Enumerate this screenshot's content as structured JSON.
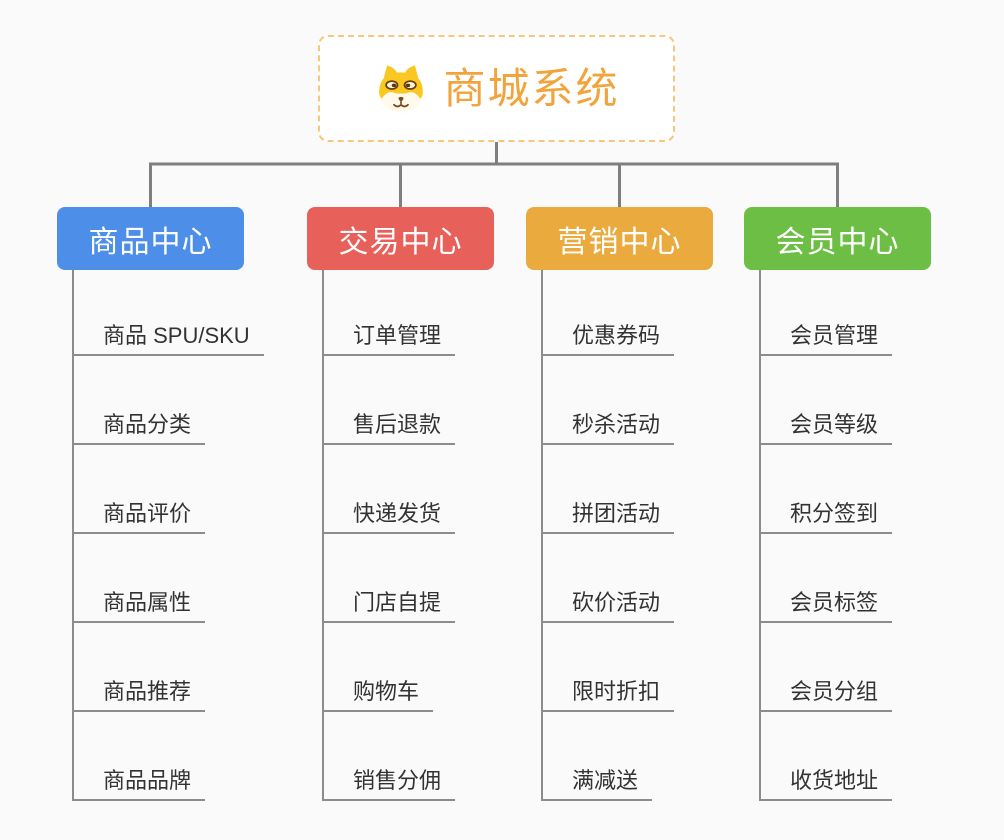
{
  "root": {
    "title": "商城系统",
    "icon": "shiba-dog-icon",
    "accent_color": "#f2a43c",
    "border_color": "#f6c77c"
  },
  "connector_color": "#7f7f7f",
  "branches": [
    {
      "label": "商品中心",
      "color": "#4d8ee8",
      "children": [
        "商品 SPU/SKU",
        "商品分类",
        "商品评价",
        "商品属性",
        "商品推荐",
        "商品品牌"
      ]
    },
    {
      "label": "交易中心",
      "color": "#e8605a",
      "children": [
        "订单管理",
        "售后退款",
        "快递发货",
        "门店自提",
        "购物车",
        "销售分佣"
      ]
    },
    {
      "label": "营销中心",
      "color": "#ebaa3e",
      "children": [
        "优惠券码",
        "秒杀活动",
        "拼团活动",
        "砍价活动",
        "限时折扣",
        "满减送"
      ]
    },
    {
      "label": "会员中心",
      "color": "#6cbe45",
      "children": [
        "会员管理",
        "会员等级",
        "积分签到",
        "会员标签",
        "会员分组",
        "收货地址"
      ]
    }
  ]
}
